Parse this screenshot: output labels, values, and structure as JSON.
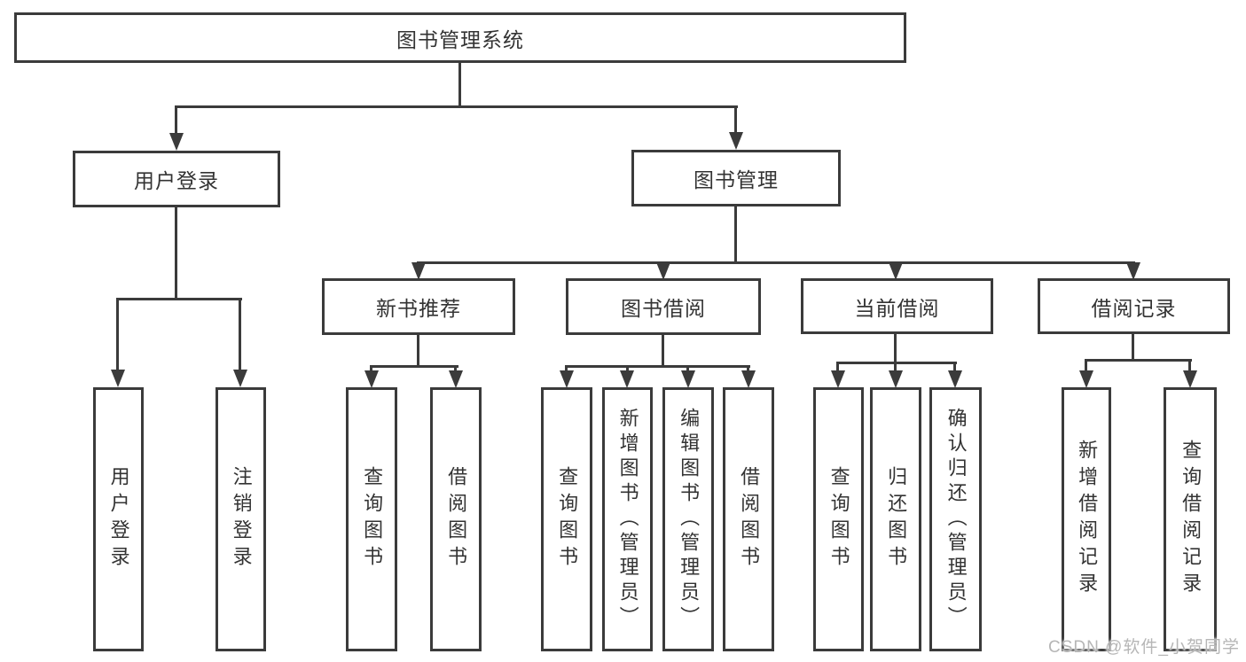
{
  "diagram": {
    "title": "图书管理系统",
    "nodes": {
      "root": "图书管理系统",
      "user_login": "用户登录",
      "book_mgmt": "图书管理",
      "new_book_rec": "新书推荐",
      "book_borrow": "图书借阅",
      "current_borrow": "当前借阅",
      "borrow_records": "借阅记录",
      "leaf_user_login": "用户登录",
      "leaf_logout": "注销登录",
      "leaf_query_book_1": "查询图书",
      "leaf_borrow_book_1": "借阅图书",
      "leaf_query_book_2": "查询图书",
      "leaf_add_book_admin": "新增图书（管理员）",
      "leaf_edit_book_admin": "编辑图书（管理员）",
      "leaf_borrow_book_2": "借阅图书",
      "leaf_query_book_3": "查询图书",
      "leaf_return_book": "归还图书",
      "leaf_confirm_return_admin": "确认归还（管理员）",
      "leaf_add_borrow_record": "新增借阅记录",
      "leaf_query_borrow_record": "查询借阅记录"
    },
    "hierarchy": {
      "图书管理系统": {
        "用户登录": [
          "用户登录",
          "注销登录"
        ],
        "图书管理": {
          "新书推荐": [
            "查询图书",
            "借阅图书"
          ],
          "图书借阅": [
            "查询图书",
            "新增图书（管理员）",
            "编辑图书（管理员）",
            "借阅图书"
          ],
          "当前借阅": [
            "查询图书",
            "归还图书",
            "确认归还（管理员）"
          ],
          "借阅记录": [
            "新增借阅记录",
            "查询借阅记录"
          ]
        }
      }
    },
    "colors": {
      "line": "#3b3b3b",
      "text": "#333333",
      "background": "#ffffff",
      "watermark": "#b6b6b6"
    },
    "watermark": "CSDN @软件_小贺同学"
  }
}
